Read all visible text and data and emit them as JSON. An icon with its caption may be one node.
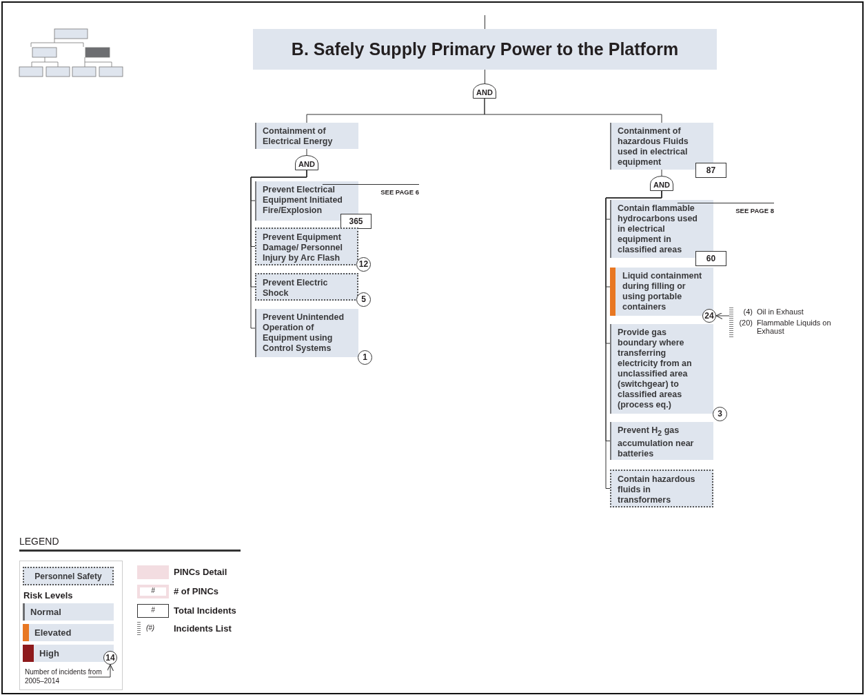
{
  "diagram": {
    "nodes": [
      {
        "text": [
          "B. Safely Supply Primary Power to the Platform"
        ]
      },
      {
        "text": [
          "AND"
        ]
      },
      {
        "text": [
          "Containment of Electrical Energy"
        ]
      },
      {
        "text": [
          "AND"
        ]
      },
      {
        "text": [
          "Prevent Electrical Equipment Initiated Fire/Explosion"
        ],
        "beside": [
          "365",
          "SEE PAGE 6"
        ]
      },
      {
        "text": [
          "Prevent Equipment Damage/ Personnel Injury by Arc Flash"
        ],
        "beside": [
          "12"
        ]
      },
      {
        "text": [
          "Prevent Electric Shock"
        ],
        "beside": [
          "5"
        ]
      },
      {
        "text": [
          "Prevent Unintended Operation of Equipment using Control Systems"
        ],
        "beside": [
          "1"
        ]
      },
      {
        "text": [
          "Containment of hazardous Fluids used in electrical equipment"
        ],
        "beside": [
          "87"
        ]
      },
      {
        "text": [
          "AND"
        ]
      },
      {
        "text": [
          "Contain flammable hydrocarbons used in electrical equipment in classified areas"
        ],
        "beside": [
          "60",
          "SEE PAGE 8"
        ]
      },
      {
        "text": [
          "Liquid containment during filling or using portable containers"
        ]
      },
      {
        "text": [
          "24"
        ]
      },
      {
        "text": [
          "(4)",
          "Oil in Exhaust",
          "(20)",
          "Flammable Liquids on Exhaust"
        ]
      },
      {
        "text": [
          "Provide gas boundary where transferring electricity from an unclassified area (switchgear) to classified areas (process eq.)"
        ],
        "beside": [
          "3"
        ]
      },
      {
        "text": [
          "Prevent H$_{2}$ gas accumulation near batteries"
        ]
      },
      {
        "text": [
          "Contain hazardous fluids in transformers"
        ]
      },
      {
        "text": [
          "14"
        ]
      },
      {
        "text": [
          "Number of incidents from 2005–2014"
        ]
      }
    ],
    "edges": [
      {
        "from": null,
        "to": 0,
        "arrow": "none"
      },
      {
        "from": 0,
        "to": 1,
        "arrow": "none"
      },
      {
        "from": 1,
        "to": 2,
        "arrow": "none"
      },
      {
        "from": 1,
        "to": 8,
        "arrow": "none"
      },
      {
        "from": 2,
        "to": 3,
        "arrow": "none"
      },
      {
        "from": 3,
        "to": 4,
        "arrow": "none"
      },
      {
        "from": 3,
        "to": 5,
        "arrow": "none"
      },
      {
        "from": 3,
        "to": 6,
        "arrow": "none"
      },
      {
        "from": 3,
        "to": 7,
        "arrow": "none"
      },
      {
        "from": 8,
        "to": 9,
        "arrow": "none"
      },
      {
        "from": 9,
        "to": 10,
        "arrow": "none"
      },
      {
        "from": 9,
        "to": 11,
        "arrow": "none"
      },
      {
        "from": 9,
        "to": 14,
        "arrow": "none"
      },
      {
        "from": 9,
        "to": 15,
        "arrow": "none"
      },
      {
        "from": 9,
        "to": 16,
        "arrow": "none"
      },
      {
        "from": 13,
        "to": 12,
        "arrow": "to"
      },
      {
        "from": 18,
        "to": 17,
        "arrow": "to"
      }
    ],
    "labels": [
      "LEGEND",
      "Risk Levels",
      "#",
      "#",
      "(#)"
    ],
    "legend": [
      {
        "text": "Personnel Safety"
      },
      {
        "text": "Normal",
        "color": "#6d6e71"
      },
      {
        "text": "Elevated",
        "color": "#e87722"
      },
      {
        "text": "High",
        "color": "#8e1a1c"
      },
      {
        "text": "PINCs Detail",
        "color": "#f3dde1"
      },
      {
        "text": "# of PINCs"
      },
      {
        "text": "Total Incidents"
      },
      {
        "text": "Incidents List"
      }
    ]
  }
}
